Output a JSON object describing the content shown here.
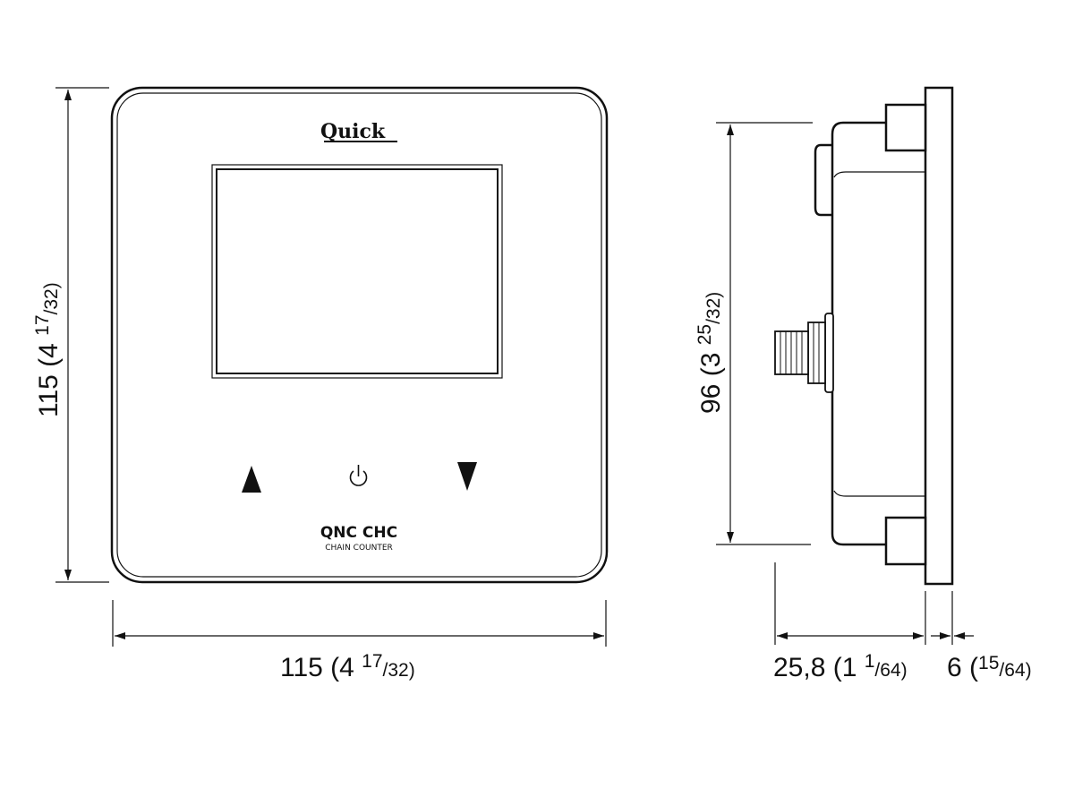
{
  "brand": "Quick",
  "model": "QNC CHC",
  "model_subtitle": "CHAIN COUNTER",
  "dimensions": {
    "front_height": {
      "main": "115 (4 ",
      "frac": "17",
      "den": "/32)"
    },
    "front_width": {
      "main": "115 (4 ",
      "frac": "17",
      "den": "/32)"
    },
    "side_height": {
      "main": "96 (3 ",
      "frac": "25",
      "den": "/32)"
    },
    "depth": {
      "main": "25,8 (1 ",
      "frac": "1",
      "den": "/64)"
    },
    "plate_thickness": {
      "main": "6 (",
      "frac": "15",
      "den": "/64)"
    }
  },
  "icons": [
    "up-arrow-icon",
    "power-icon",
    "down-arrow-icon"
  ]
}
